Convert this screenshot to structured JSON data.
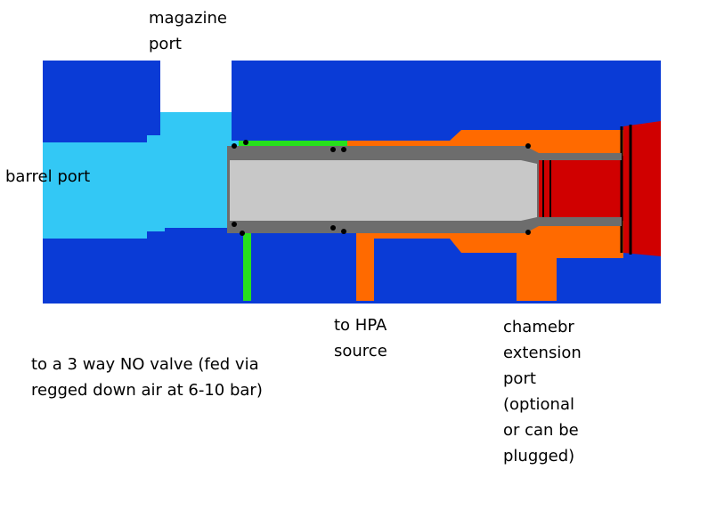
{
  "labels": {
    "magazine_port": "magazine\nport",
    "barrel_port": "barrel port",
    "hpa_source": "to HPA\nsource",
    "chamber_port": "chamebr\nextension\nport\n(optional\nor can be\nplugged)",
    "valve": "to a 3 way NO valve (fed via\nregged down air at 6-10 bar)"
  },
  "colors": {
    "body": "#0a3bd6",
    "bore_inlet": "#33c8f5",
    "seal_channel": "#27e01c",
    "chamber_sleeve": "#ff6a00",
    "piston": "#d00000",
    "inner_tube": "#c8c8c8",
    "tube_wall": "#6d6d6d",
    "orings": "#000000"
  }
}
